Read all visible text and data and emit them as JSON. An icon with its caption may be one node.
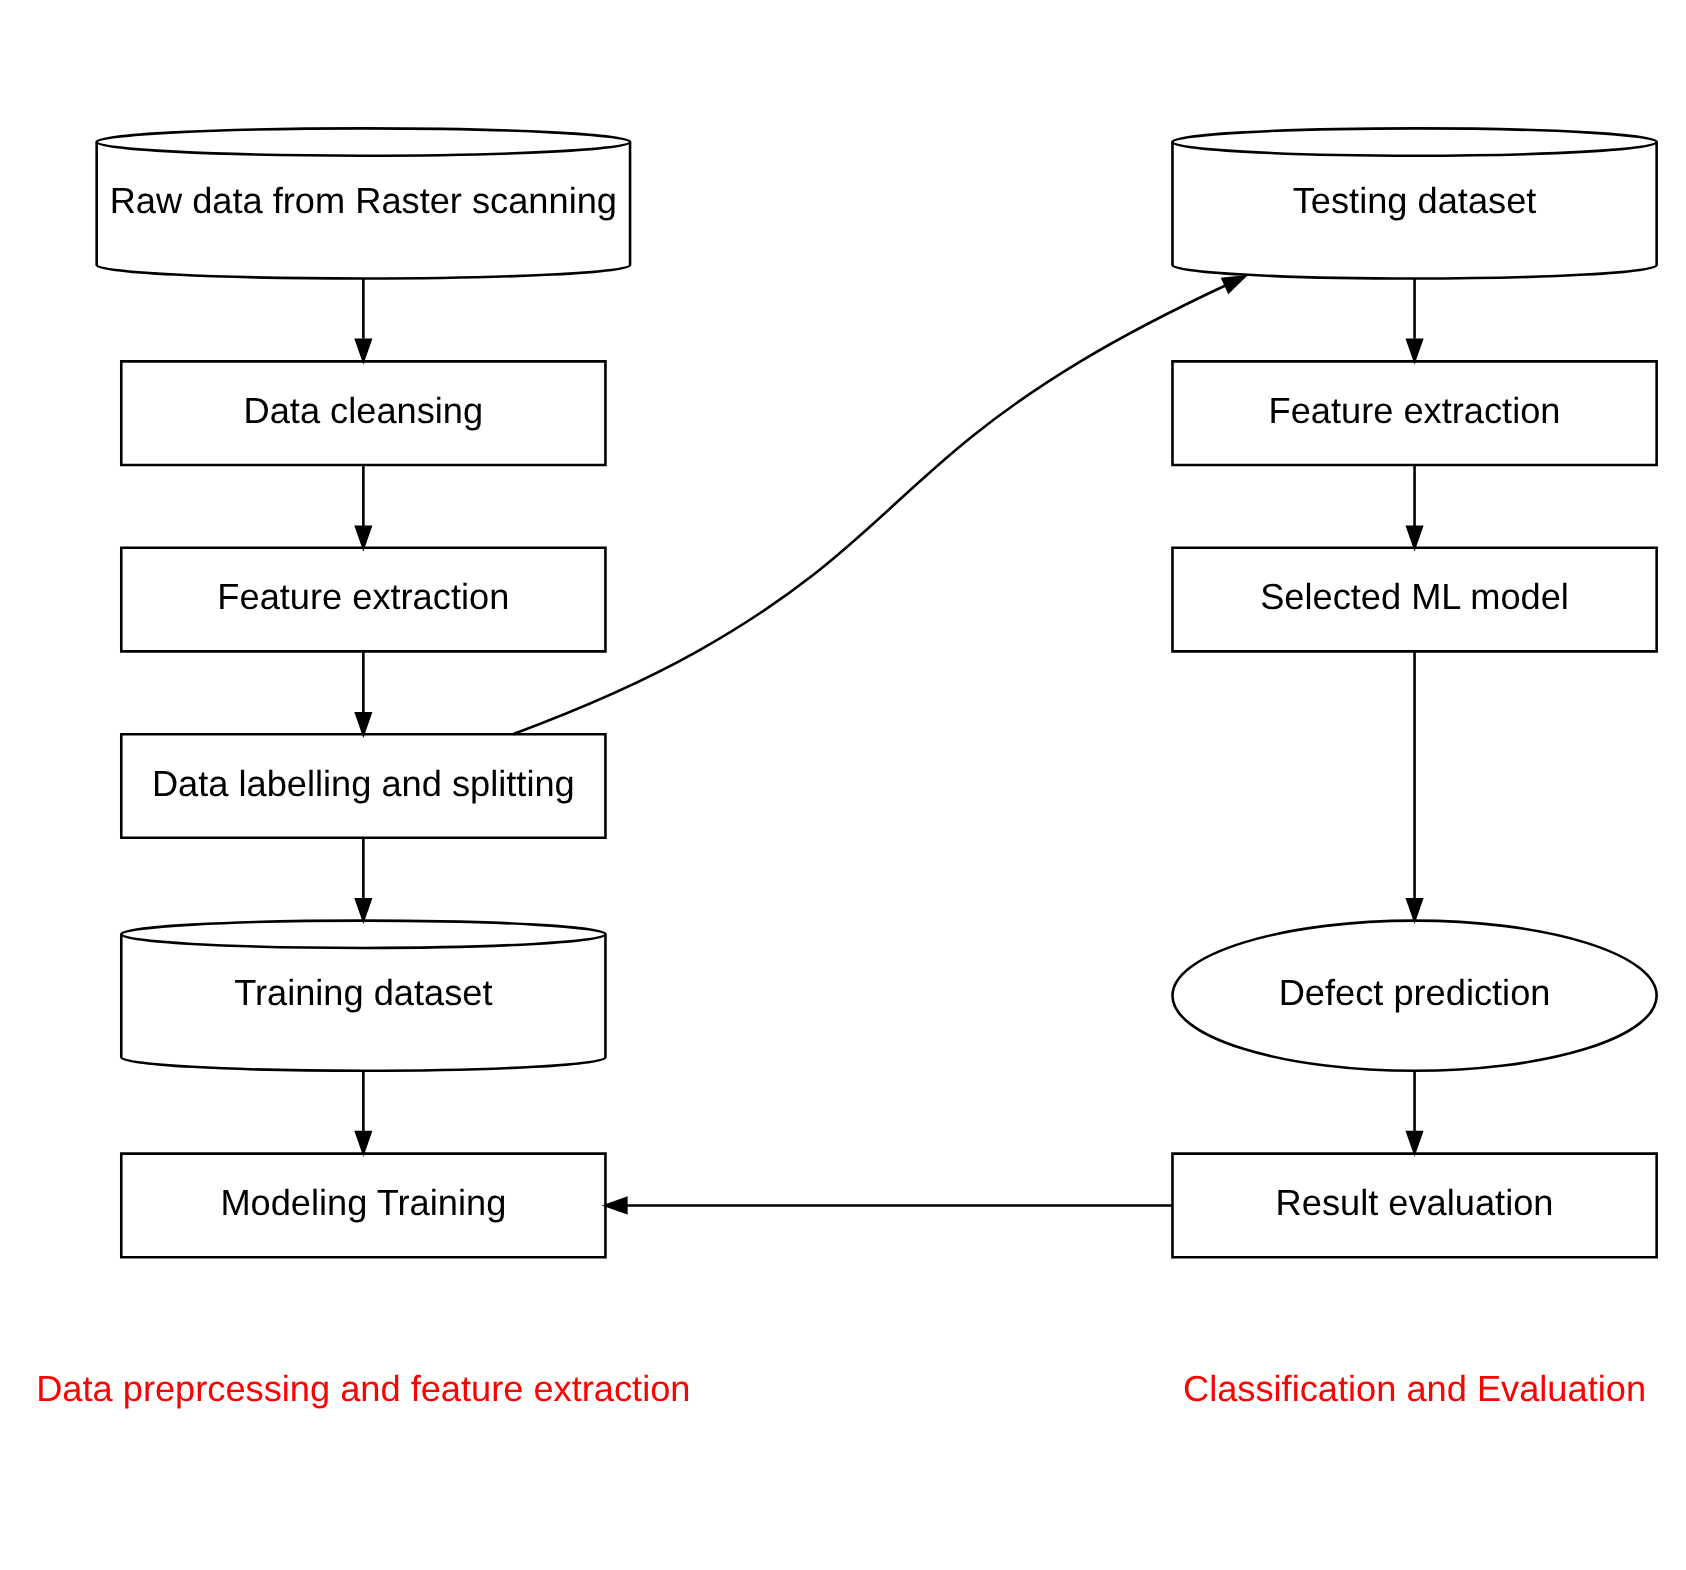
{
  "diagram": {
    "nodes": [
      {
        "text": [
          "Raw data from Raster scanning"
        ]
      },
      {
        "text": [
          "Data cleansing"
        ]
      },
      {
        "text": [
          "Feature extraction"
        ]
      },
      {
        "text": [
          "Data labelling and splitting"
        ]
      },
      {
        "text": [
          "Training dataset"
        ]
      },
      {
        "text": [
          "Modeling Training"
        ]
      },
      {
        "text": [
          "Testing dataset"
        ]
      },
      {
        "text": [
          "Feature extraction"
        ]
      },
      {
        "text": [
          "Selected ML model"
        ]
      },
      {
        "text": [
          "Defect prediction"
        ]
      },
      {
        "text": [
          "Result evaluation"
        ]
      }
    ],
    "edges": [
      {
        "from": 0,
        "to": 1,
        "arrow": "to"
      },
      {
        "from": 1,
        "to": 2,
        "arrow": "to"
      },
      {
        "from": 2,
        "to": 3,
        "arrow": "to"
      },
      {
        "from": 3,
        "to": 4,
        "arrow": "to"
      },
      {
        "from": 4,
        "to": 5,
        "arrow": "to"
      },
      {
        "from": 3,
        "to": 6,
        "arrow": "to"
      },
      {
        "from": 6,
        "to": 7,
        "arrow": "to"
      },
      {
        "from": 7,
        "to": 8,
        "arrow": "to"
      },
      {
        "from": 8,
        "to": 9,
        "arrow": "to"
      },
      {
        "from": 9,
        "to": 10,
        "arrow": "to"
      },
      {
        "from": 10,
        "to": 5,
        "arrow": "to"
      }
    ],
    "labels": [
      "Data preprcessing and feature extraction",
      "Classification and Evaluation"
    ]
  }
}
